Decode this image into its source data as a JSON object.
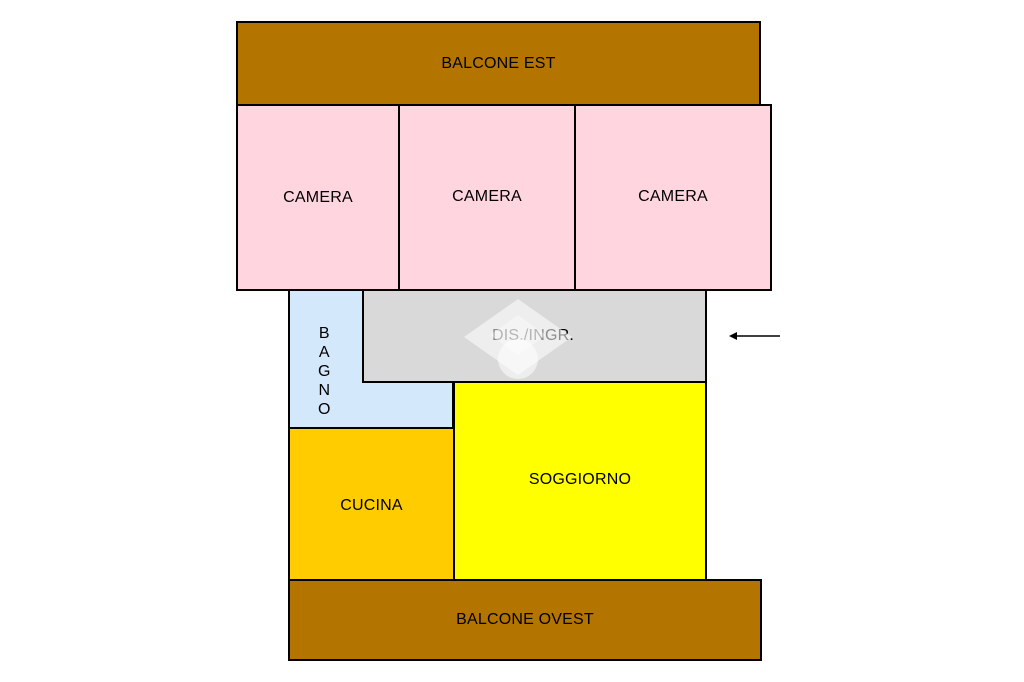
{
  "floorplan": {
    "rooms": {
      "balcone_est": {
        "label": "BALCONE EST",
        "color": "#b37400"
      },
      "camera_1": {
        "label": "CAMERA",
        "color": "#ffd5df"
      },
      "camera_2": {
        "label": "CAMERA",
        "color": "#ffd5df"
      },
      "camera_3": {
        "label": "CAMERA",
        "color": "#ffd5df"
      },
      "bagno": {
        "label": "BAGNO",
        "letters": [
          "B",
          "A",
          "G",
          "N",
          "O"
        ],
        "color": "#d4e8fc"
      },
      "disimpegno": {
        "label": "DIS./INGR.",
        "color": "#d9d9d9"
      },
      "cucina": {
        "label": "CUCINA",
        "color": "#ffcc00"
      },
      "soggiorno": {
        "label": "SOGGIORNO",
        "color": "#ffff00"
      },
      "balcone_ovest": {
        "label": "BALCONE OVEST",
        "color": "#b37400"
      }
    },
    "entrance_icon": "left-arrow-icon",
    "watermark_icon": "house-watermark-icon"
  }
}
